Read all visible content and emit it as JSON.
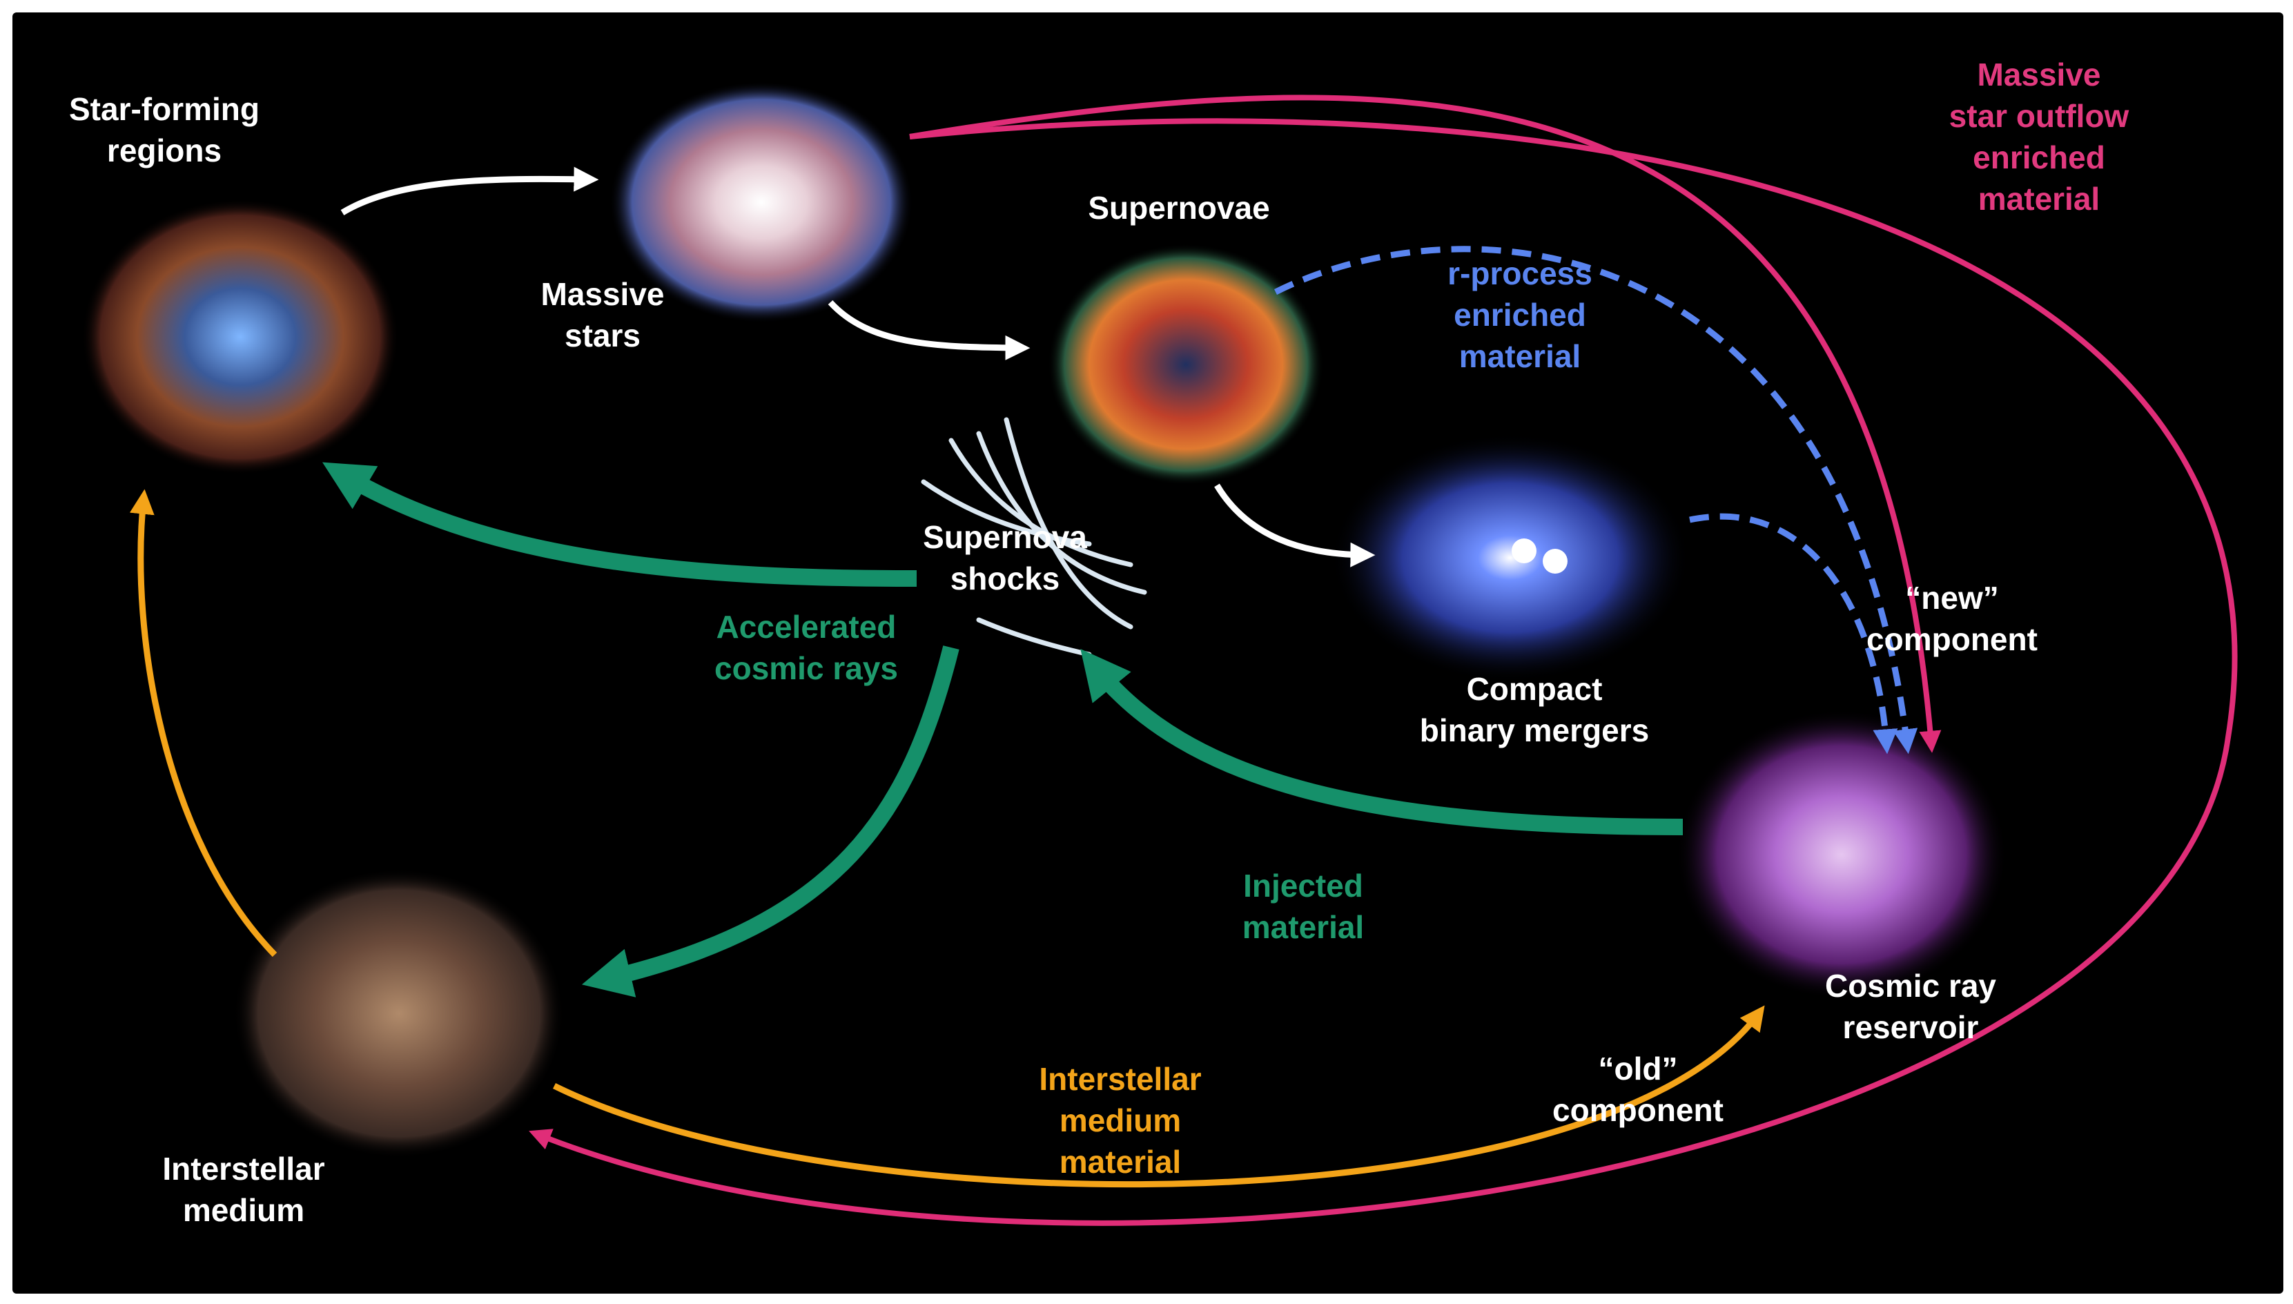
{
  "colors": {
    "background": "#000000",
    "white_arrow": "#ffffff",
    "pink_arrow": "#e02d78",
    "blue_arrow": "#5a85f0",
    "green_arrow": "#15906a",
    "orange_arrow": "#f4a419",
    "shock_arcs": "#dbe8f2"
  },
  "nodes": {
    "star_forming": {
      "line1": "Star-forming",
      "line2": "regions"
    },
    "massive_stars": {
      "line1": "Massive",
      "line2": "stars"
    },
    "supernovae": {
      "line1": "Supernovae"
    },
    "shocks": {
      "line1": "Supernova",
      "line2": "shocks"
    },
    "mergers": {
      "line1": "Compact",
      "line2": "binary mergers"
    },
    "reservoir": {
      "line1": "Cosmic ray",
      "line2": "reservoir"
    },
    "ism": {
      "line1": "Interstellar",
      "line2": "medium"
    }
  },
  "flows": {
    "massive_outflow": {
      "line1": "Massive",
      "line2": "star outflow",
      "line3": "enriched",
      "line4": "material"
    },
    "rprocess": {
      "line1": "r-process",
      "line2": "enriched",
      "line3": "material"
    },
    "new_component": {
      "line1": "“new”",
      "line2": "component"
    },
    "accelerated": {
      "line1": "Accelerated",
      "line2": "cosmic rays"
    },
    "injected": {
      "line1": "Injected",
      "line2": "material"
    },
    "ism_material": {
      "line1": "Interstellar",
      "line2": "medium",
      "line3": "material"
    },
    "old_component": {
      "line1": "“old”",
      "line2": "component"
    }
  }
}
